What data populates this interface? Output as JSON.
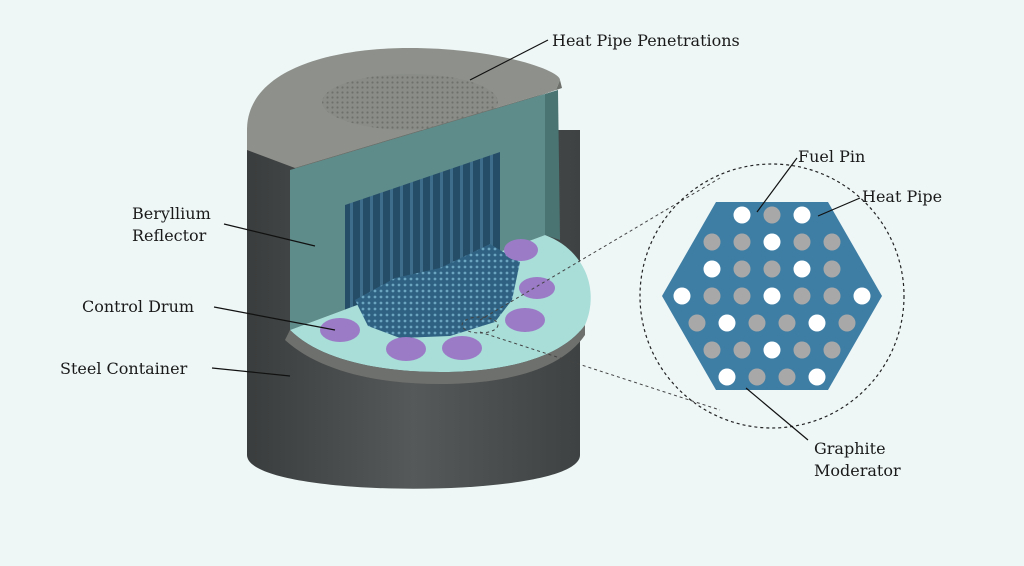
{
  "labels": {
    "heat_pipe_penetrations": "Heat Pipe Penetrations",
    "beryllium_reflector_line1": "Beryllium",
    "beryllium_reflector_line2": "Reflector",
    "control_drum": "Control Drum",
    "steel_container": "Steel Container",
    "fuel_pin": "Fuel Pin",
    "heat_pipe": "Heat Pipe",
    "graphite_moderator_line1": "Graphite",
    "graphite_moderator_line2": "Moderator"
  },
  "colors": {
    "background": "#eef6f6",
    "steel": "#4b4f4f",
    "steel_top": "#8e918b",
    "reflector": "#a8ddd8",
    "reflector_wall": "#5e8c8a",
    "core": "#2d5f7c",
    "control_drum": "#9b7bc6",
    "moderator": "#3f7ea4",
    "fuel_pin": "#a8a8a8",
    "heat_pipe": "#ffffff"
  },
  "lattice": {
    "rows": [
      "HFH",
      "FFHFF",
      "HFFHF",
      "HFFHFFH",
      "FHFFHF",
      "FFHFF",
      "HFFH"
    ]
  }
}
